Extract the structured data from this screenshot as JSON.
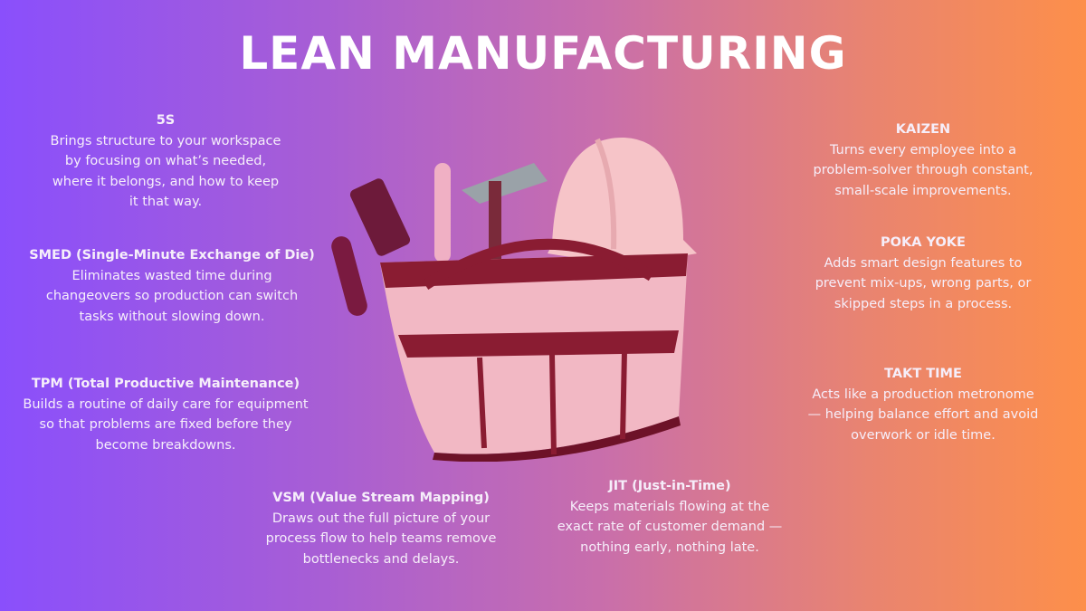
{
  "title": "LEAN MANUFACTURING",
  "concepts": {
    "s5": {
      "heading": "5S",
      "lines": [
        "Brings structure to your workspace",
        "by focusing on what’s needed,",
        "where it belongs, and how to keep",
        "it that way."
      ]
    },
    "smed": {
      "heading": "SMED (Single-Minute Exchange of Die)",
      "lines": [
        "Eliminates wasted time during",
        "changeovers so production can switch",
        "tasks without slowing down."
      ]
    },
    "tpm": {
      "heading": "TPM (Total Productive Maintenance)",
      "lines": [
        "Builds a routine of daily care for equipment",
        "so that problems are fixed before they",
        "become breakdowns."
      ]
    },
    "vsm": {
      "heading": "VSM (Value Stream Mapping)",
      "lines": [
        "Draws out the full picture of your",
        "process flow to help teams remove",
        "bottlenecks and delays."
      ]
    },
    "jit": {
      "heading": "JIT (Just-in-Time)",
      "lines": [
        "Keeps materials flowing at the",
        "exact rate of customer demand —",
        "nothing early, nothing late."
      ]
    },
    "kaizen": {
      "heading": "KAIZEN",
      "lines": [
        "Turns every employee into a",
        "problem-solver through constant,",
        "small-scale improvements."
      ]
    },
    "pokayoke": {
      "heading": "POKA YOKE",
      "lines": [
        "Adds smart design features to",
        "prevent mix-ups, wrong parts, or",
        "skipped steps in a process."
      ]
    },
    "takt": {
      "heading": "TAKT TIME",
      "lines": [
        "Acts like a production metronome",
        "— helping balance effort and avoid",
        "overwork or idle time."
      ]
    }
  },
  "image": {
    "icon": "tool-bag-with-hard-hat-icon"
  },
  "colors": {
    "gradient_left": "#8a4ffc",
    "gradient_right": "#fd8f4a",
    "bag_pink": "#f2b8c4",
    "bag_maroon": "#8a1c32"
  }
}
